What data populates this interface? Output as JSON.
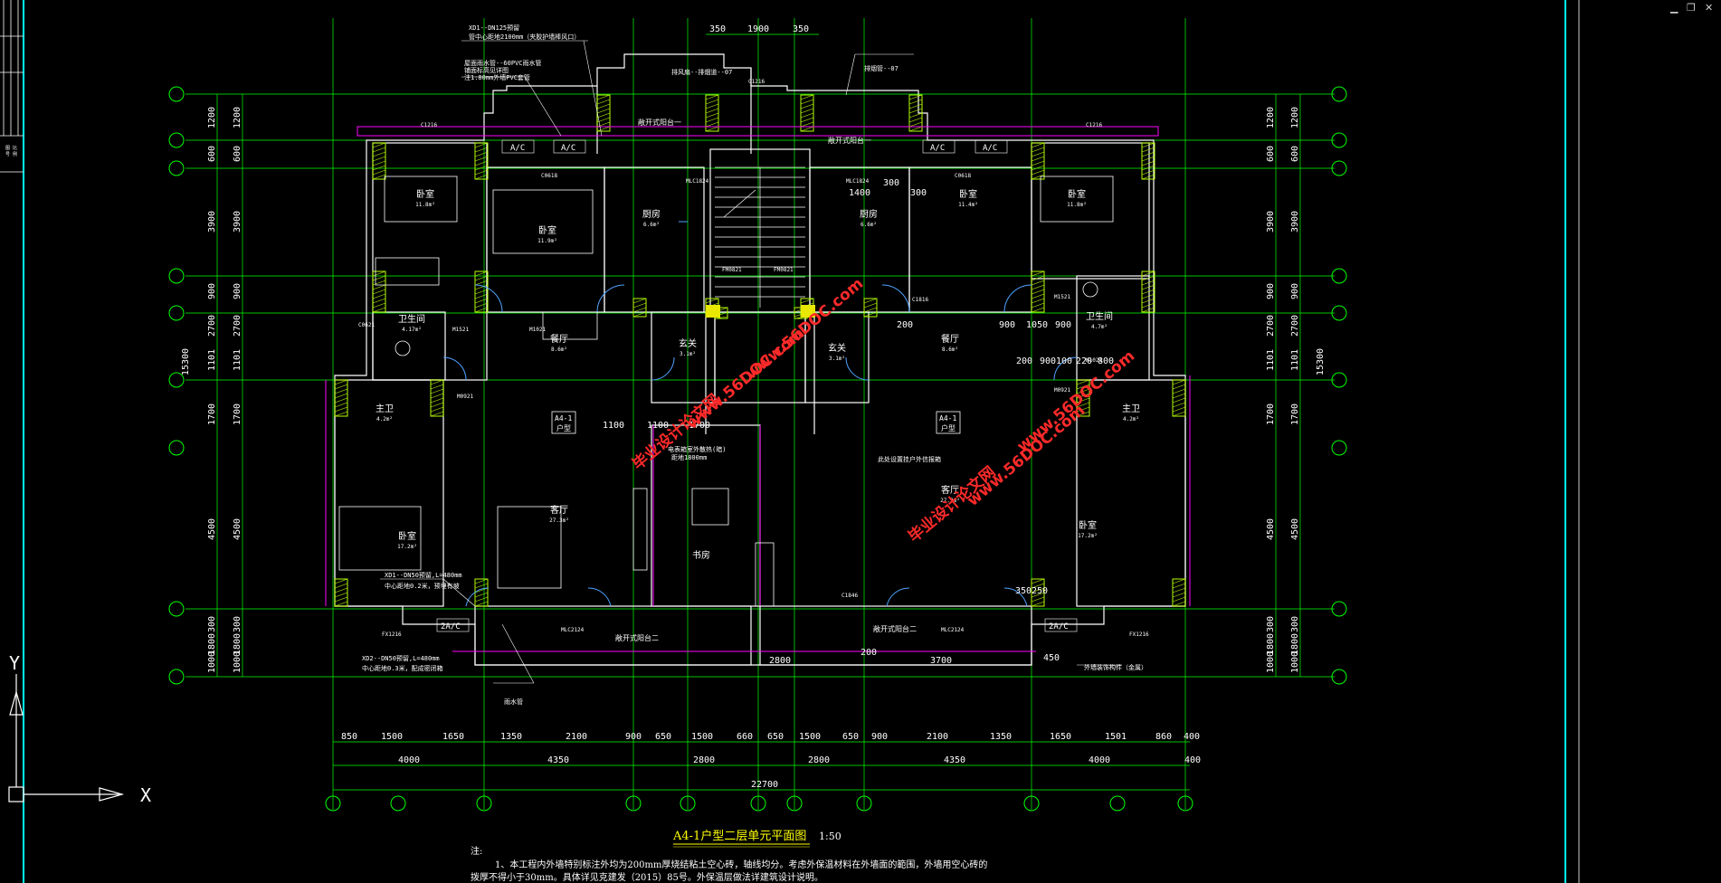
{
  "app": {
    "window_controls": [
      "▁",
      "❐",
      "✕"
    ]
  },
  "drawing": {
    "title": "A4-1户型二层单元平面图",
    "scale": "1:50",
    "notes_label": "注:",
    "notes_line1": "1、本工程内外墙特别标注外均为200mm厚烧结粘土空心砖，轴线均分。考虑外保温材料在外墙面的範围，外墙用空心砖的",
    "notes_line2": "拨厚不得小于30mm。具体详见克建发（2015）85号。外保温层做法详建筑设计说明。",
    "ucs_y": "Y",
    "ucs_x": "X",
    "colors": {
      "grid": "#00ff00",
      "wall": "#ffffff",
      "hatch": "#b7ff00",
      "dim": "#00ff00",
      "room_text": "#ffffff",
      "annotation": "#ffff00",
      "border": "#00ffff",
      "magenta": "#ff00ff",
      "watermark": "#ff2a2a"
    },
    "top_dims": {
      "d1": "350",
      "d2": "1900",
      "d3": "350"
    },
    "left_dims_outer": [
      "1200",
      "600",
      "3900",
      "900",
      "2700",
      "1101",
      "1700",
      "4500",
      "300",
      "1800",
      "1000"
    ],
    "right_dims_outer": [
      "1200",
      "600",
      "3900",
      "900",
      "2700",
      "1101",
      "1700",
      "4500",
      "300",
      "1800",
      "1000"
    ],
    "total_height": "15300",
    "bottom_dims_row1": [
      "850",
      "1500",
      "1650",
      "1350",
      "2100",
      "900",
      "650",
      "1500",
      "660",
      "650",
      "1500",
      "650",
      "900",
      "2100",
      "1350",
      "1650",
      "1501",
      "860",
      "400"
    ],
    "bottom_dims_row2": [
      "4000",
      "4350",
      "2800",
      "2800",
      "4350",
      "4000",
      "400"
    ],
    "bottom_total": "22700",
    "inner_dims": [
      "1100",
      "1100",
      "1700",
      "2800",
      "200",
      "3700",
      "1400",
      "300",
      "300",
      "200",
      "900",
      "1050",
      "900",
      "200",
      "900100",
      "220 800",
      "350250",
      "450"
    ],
    "rooms": [
      {
        "name": "卧室",
        "area": "11.8m²"
      },
      {
        "name": "卧室",
        "area": "11.9m²"
      },
      {
        "name": "厨房",
        "area": "6.6m²"
      },
      {
        "name": "厨房",
        "area": "6.6m²"
      },
      {
        "name": "卧室",
        "area": "11.4m²"
      },
      {
        "name": "卧室",
        "area": "11.8m²"
      },
      {
        "name": "卫生间",
        "area": "4.17m²"
      },
      {
        "name": "餐厅",
        "area": "8.6m²"
      },
      {
        "name": "玄关",
        "area": "3.1m²"
      },
      {
        "name": "玄关",
        "area": "3.1m²"
      },
      {
        "name": "餐厅",
        "area": "8.6m²"
      },
      {
        "name": "卫生间",
        "area": "4.7m²"
      },
      {
        "name": "主卫",
        "area": "4.2m²"
      },
      {
        "name": "主卫",
        "area": "4.2m²"
      },
      {
        "name": "客厅",
        "area": "27.3m²"
      },
      {
        "name": "卧室",
        "area": "17.2m²"
      },
      {
        "name": "书房",
        "area": ""
      },
      {
        "name": "客厅",
        "area": "27.3m²"
      },
      {
        "name": "卧室",
        "area": "17.2m²"
      }
    ],
    "unit_tags": [
      {
        "l1": "A4-1",
        "l2": "户型"
      },
      {
        "l1": "A4-1",
        "l2": "户型"
      }
    ],
    "balconies": [
      "敞开式阳台一",
      "敞开式阳台一",
      "敞开式阳台二",
      "敞开式阳台二"
    ],
    "ac_labels": [
      "A/C",
      "A/C",
      "A/C",
      "A/C",
      "2A/C",
      "2A/C"
    ],
    "window_tags": [
      "C1216",
      "C1216",
      "C0618",
      "C0618",
      "C1216",
      "M1521",
      "M1021",
      "FM0821",
      "FM0821",
      "MLC1824",
      "MLC1824",
      "C1816",
      "C0621",
      "MLC2124",
      "MLC2124",
      "C1846",
      "FX1216",
      "FX1216",
      "M0921",
      "M0921",
      "M1021",
      "M1521"
    ],
    "annotations": [
      "XD1--DN125预留",
      "管中心距地2100mm（夹胶护墙棒风口）",
      "屋面雨水管--60PVC雨水管",
      "铺面标高见详图",
      "注1:80mm外墙PVC套管",
      "XD1--DN50预留,L=480mm",
      "中心距地0.2米，预埋有坡",
      "XD2--DN50预留,L=480mm",
      "中心距地0.3米，配成密闭箱",
      "雨水管",
      "外墙装饰构件（金属）",
      "此处设置挂户外信报箱",
      "电表箱室外散热(暗)",
      "距地1800mm",
      "排风扇--排烟道--07",
      "排烟管--07"
    ],
    "watermarks": [
      "毕业设计论文网",
      "www.56DOC.com",
      "毕业设计论文网",
      "www.56DOC.com"
    ],
    "left_side_labels": [
      "图",
      "号",
      "比",
      "例"
    ]
  }
}
